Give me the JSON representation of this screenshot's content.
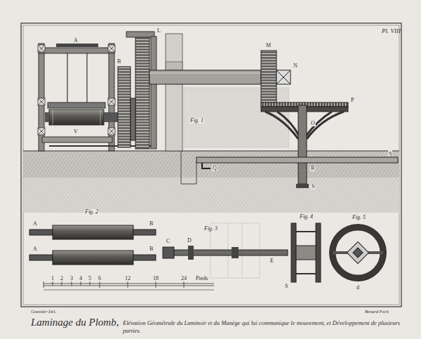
{
  "diagram": {
    "title": "Laminage du Plomb,",
    "caption": "Elévation Géométrale du Laminoir et du Manège qui lui communique le mouvement, et Développement de plusieurs parties.",
    "labels": [
      "Pl. VIII",
      "Fig. 1",
      "Fig. 2",
      "Fig. 3",
      "Fig. 4",
      "Fig. 5",
      "Goussier Del.",
      "Benard Fecit",
      "A",
      "V",
      "B",
      "L",
      "M",
      "N",
      "P",
      "O",
      "R",
      "Q",
      "q",
      "S",
      "A",
      "B",
      "A",
      "B",
      "C",
      "D",
      "E",
      "S",
      "d",
      "1",
      "2",
      "3",
      "4",
      "5",
      "6",
      "12",
      "18",
      "24",
      "Pieds"
    ]
  }
}
